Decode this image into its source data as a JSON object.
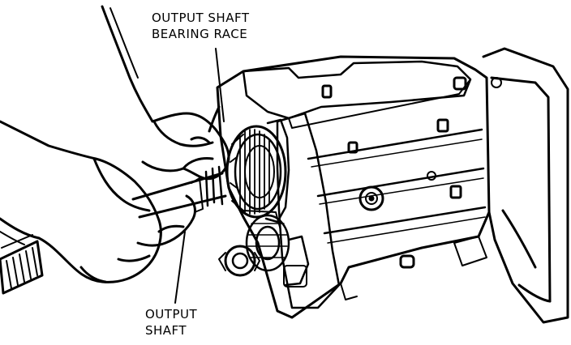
{
  "labels": {
    "bearing_race": {
      "line1": "OUTPUT SHAFT",
      "line2": "BEARING RACE"
    },
    "output_shaft": {
      "line1": "OUTPUT",
      "line2": "SHAFT"
    }
  }
}
